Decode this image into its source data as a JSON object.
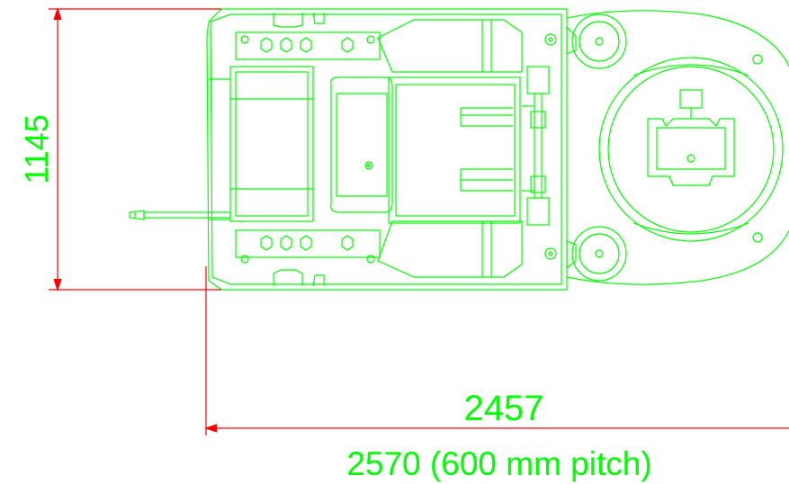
{
  "colors": {
    "background": "#ffffff",
    "outline": "#00ff00",
    "dimension": "#ff0000",
    "dimension_text": "#00ff00"
  },
  "dimensions": {
    "height_label": "1145",
    "width_label": "2457",
    "overall_label": "2570 (600 mm pitch)"
  }
}
